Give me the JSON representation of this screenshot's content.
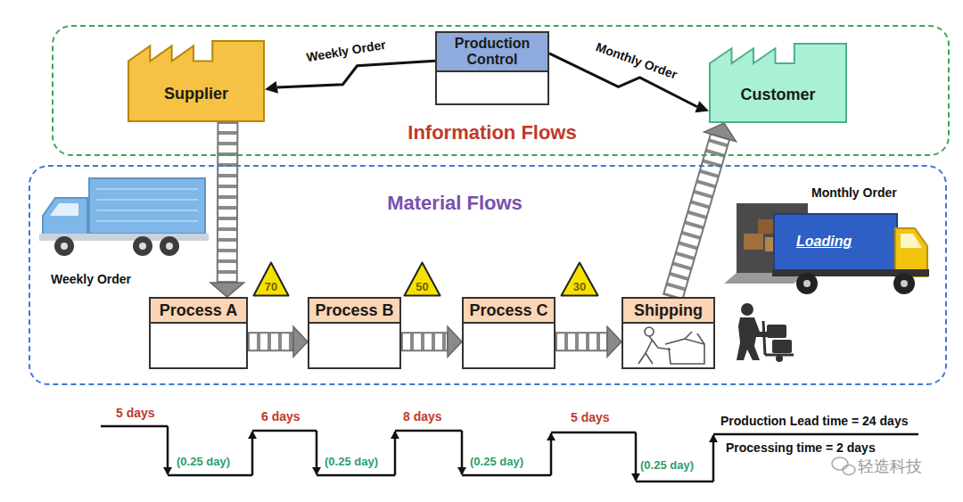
{
  "diagram": {
    "nodes": [
      {
        "text": [
          "Information Flows"
        ]
      },
      {
        "text": [
          "Supplier"
        ],
        "in": 0
      },
      {
        "text": [
          "Production Control"
        ],
        "in": 0
      },
      {
        "text": [
          "Customer"
        ],
        "in": 0
      },
      {
        "text": [
          "Material Flows"
        ]
      },
      {
        "text": [
          "Process A"
        ],
        "in": 4
      },
      {
        "text": [
          "70"
        ],
        "in": 4
      },
      {
        "text": [
          "Process B"
        ],
        "in": 4
      },
      {
        "text": [
          "50"
        ],
        "in": 4
      },
      {
        "text": [
          "Process C"
        ],
        "in": 4
      },
      {
        "text": [
          "30"
        ],
        "in": 4
      },
      {
        "text": [
          "Shipping"
        ],
        "in": 4
      }
    ],
    "edges": [
      {
        "from": 2,
        "to": 1,
        "arrow": "to",
        "label": "Weekly Order"
      },
      {
        "from": 2,
        "to": 3,
        "arrow": "to",
        "label": "Monthly Order"
      },
      {
        "from": 1,
        "to": 5,
        "arrow": "to"
      },
      {
        "from": 5,
        "to": 7,
        "arrow": "to"
      },
      {
        "from": 7,
        "to": 9,
        "arrow": "to"
      },
      {
        "from": 9,
        "to": 11,
        "arrow": "to"
      },
      {
        "from": 11,
        "to": 3,
        "arrow": "to"
      }
    ],
    "labels": [
      "Weekly Order",
      "Monthly Order",
      "Loading",
      "5 days",
      "(0.25 day)",
      "6 days",
      "(0.25 day)",
      "8 days",
      "(0.25 day)",
      "5 days",
      "(0.25 day)",
      "Production Lead time = 24 days",
      "Processing time = 2 days",
      "轻造科技"
    ]
  }
}
